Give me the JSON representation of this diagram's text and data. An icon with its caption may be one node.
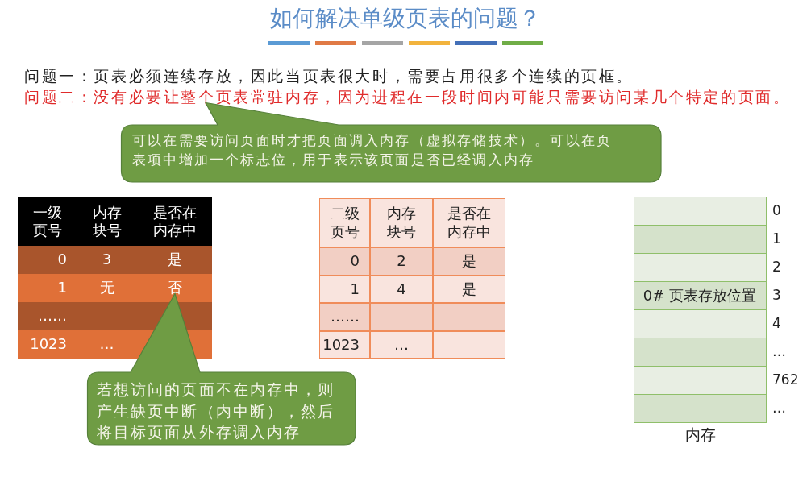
{
  "diagram": {
    "title": "如何解决单级页表的问题？",
    "nodes": [
      {
        "text": [
          "可以在需要访问页面时才把页面调入内存（虚拟存储技术）。可以在页表项中增加一个标志位，用于表示该页面是否已经调入内存"
        ]
      },
      {
        "text": [
          "若想访问的页面不在内存中，则产生缺页中断（内中断），然后将目标页面从外存调入内存"
        ]
      },
      {
        "text": [],
        "shape": "box"
      },
      {
        "text": [],
        "shape": "box"
      },
      {
        "text": [],
        "shape": "box"
      },
      {
        "text": [
          "0# 页表存放位置"
        ]
      },
      {
        "text": [],
        "shape": "box"
      },
      {
        "text": [],
        "shape": "box"
      },
      {
        "text": [],
        "shape": "box"
      },
      {
        "text": [],
        "shape": "box"
      }
    ],
    "edges": [],
    "labels": [
      "问题一：页表必须连续存放，因此当页表很大时，需要占用很多个连续的页框。",
      "问题二：没有必要让整个页表常驻内存，因为进程在一段时间内可能只需要访问某几个特定的页面。",
      "一级页号",
      "内存块号",
      "是否在内存中",
      "0",
      "3",
      "是",
      "1",
      "无",
      "否",
      "……",
      "1023",
      "…",
      "二级页号",
      "内存块号",
      "是否在内存中",
      "0",
      "2",
      "是",
      "1",
      "4",
      "是",
      "……",
      "1023",
      "…",
      "0",
      "1",
      "2",
      "3",
      "4",
      "…",
      "762",
      "…",
      "内存"
    ]
  }
}
